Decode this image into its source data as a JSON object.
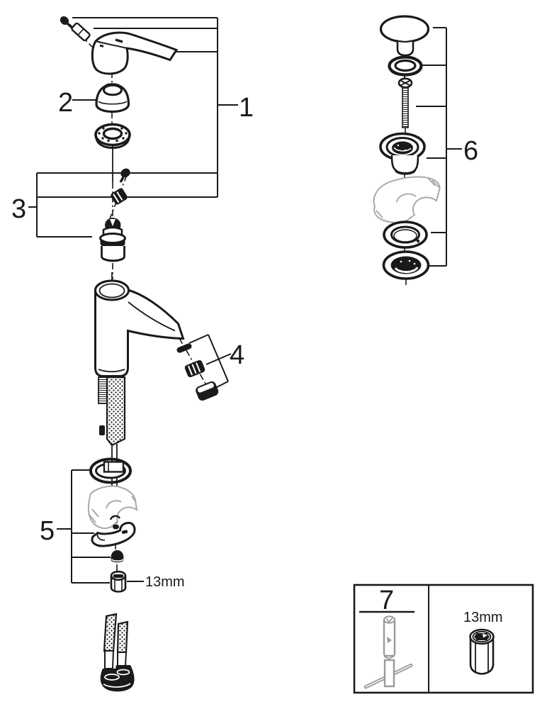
{
  "figure": {
    "type": "exploded-parts-diagram",
    "description": "Single-lever basin faucet exploded view with pop-up drain assembly and service tools",
    "part_labels": {
      "p1": "1",
      "p2": "2",
      "p3": "3",
      "p4": "4",
      "p5": "5",
      "p6": "6",
      "p7": "7"
    },
    "annotations": {
      "mounting_nut_size": "13mm",
      "box_nut_size": "13mm"
    },
    "colors": {
      "ink": "#1a1a1a",
      "phantom_gray": "#a9a9a9",
      "background": "#ffffff"
    }
  }
}
